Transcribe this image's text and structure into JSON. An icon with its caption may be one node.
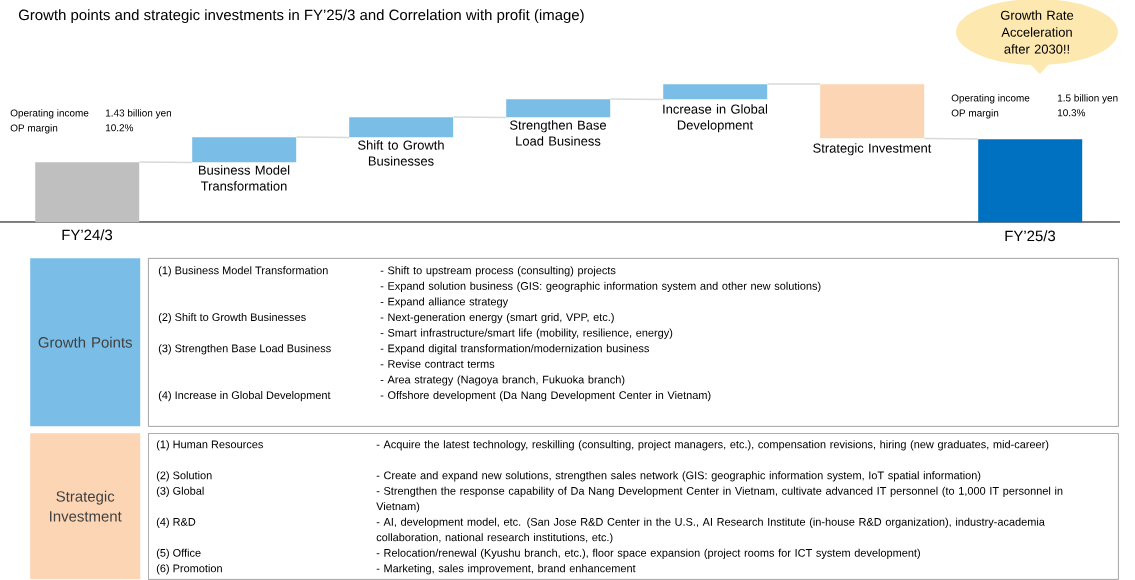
{
  "diagram": {
    "title": "Growth points and strategic investments in FY’25/3 and Correlation with profit (image)",
    "nodes": [
      {
        "text": [
          "FY’24/3"
        ]
      },
      {
        "text": [
          "Business Model Transformation"
        ]
      },
      {
        "text": [
          "Shift to Growth Businesses"
        ]
      },
      {
        "text": [
          "Strengthen Base Load Business"
        ]
      },
      {
        "text": [
          "Increase in Global Development"
        ]
      },
      {
        "text": [
          "Strategic Investment"
        ]
      },
      {
        "text": [
          "FY’25/3"
        ]
      },
      {
        "text": [
          "Growth Rate Acceleration after 2030!!"
        ]
      },
      {
        "text": [
          "Growth Points"
        ]
      },
      {
        "text": [
          "(1) Business Model Transformation",
          "- Shift to upstream process (consulting) projects",
          "- Expand solution business (GIS: geographic information system and other new solutions)",
          "- Expand alliance strategy",
          "(2) Shift to Growth Businesses",
          "- Next-generation energy (smart grid, VPP, etc.)",
          "- Smart infrastructure/smart life (mobility, resilience, energy)",
          "(3) Strengthen Base Load Business",
          "- Expand digital transformation/modernization business",
          "- Revise contract terms",
          "- Area strategy (Nagoya branch, Fukuoka branch)",
          "(4) Increase in Global Development",
          "- Offshore development (Da Nang Development Center in Vietnam)"
        ]
      },
      {
        "text": [
          "Strategic Investment"
        ]
      },
      {
        "text": [
          "(1) Human Resources",
          "- Acquire the latest technology, reskilling (consulting, project managers, etc.), compensation revisions, hiring (new graduates, mid-career)",
          "(2) Solution",
          "- Create and expand new solutions, strengthen sales network (GIS: geographic information system, IoT spatial information)",
          "(3) Global",
          "- Strengthen the response capability of Da Nang Development Center in Vietnam, cultivate advanced IT personnel (to 1,000 IT personnel in Vietnam)",
          "(4) R&D",
          "- AI, development model, etc. (San Jose R&D Center in the U.S., AI Research Institute (in-house R&D organization), industry-academia collaboration, national research institutions, etc.)",
          "(5) Office",
          "- Relocation/renewal (Kyushu branch, etc.), floor space expansion (project rooms for ICT system development)",
          "(6) Promotion",
          "- Marketing, sales improvement, brand enhancement"
        ]
      }
    ],
    "edges": [
      {
        "from": 0,
        "to": 1,
        "arrow": "none",
        "color": "#d9d9d9"
      },
      {
        "from": 1,
        "to": 2,
        "arrow": "none",
        "color": "#d9d9d9"
      },
      {
        "from": 2,
        "to": 3,
        "arrow": "none",
        "color": "#d9d9d9"
      },
      {
        "from": 3,
        "to": 4,
        "arrow": "none",
        "color": "#d9d9d9"
      },
      {
        "from": 4,
        "to": 5,
        "arrow": "none",
        "color": "#d9d9d9"
      },
      {
        "from": 5,
        "to": 6,
        "arrow": "none",
        "color": "#d9d9d9"
      }
    ],
    "labels": [
      "Operating income",
      "1.43 billion yen",
      "OP margin",
      "10.2%",
      "Operating income",
      "1.5 billion yen",
      "OP margin",
      "10.3%"
    ]
  }
}
